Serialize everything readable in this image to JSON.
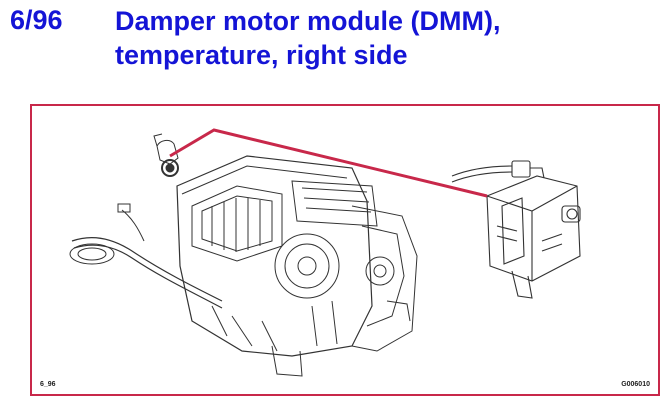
{
  "header": {
    "page_number": "6/96",
    "title_line1": "Damper motor module (DMM),",
    "title_line2": "temperature, right side"
  },
  "figure": {
    "label_left": "6_96",
    "label_right": "G006010",
    "callout_color": "#c8284a",
    "title_color": "#1414d6"
  }
}
